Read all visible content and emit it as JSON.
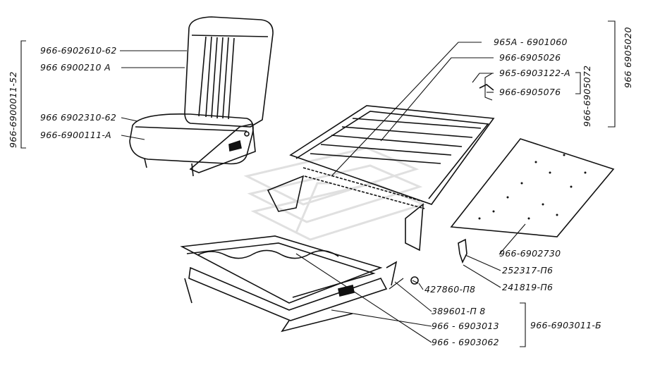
{
  "labels": {
    "seat_cover_back": "966-6902610-62",
    "seat_back": "966 6900210 A",
    "seat_cushion_cover": "966 6902310-62",
    "seat_cushion": "966-6900111-A",
    "seat_assembly": "966-6900011-52",
    "back_frame": "965A - 6901060",
    "back_strip": "966-6905026",
    "clip_a": "965-6903122-A",
    "clip_b": "966-6905076",
    "back_group": "966-6905072",
    "back_assembly": "966 6905020",
    "pad": "966-6902730",
    "bolt": "252317-П6",
    "washer": "241819-П6",
    "knob": "427860-П8",
    "pin": "389601-П 8",
    "base_frame": "966 - 6903013",
    "base_spring": "966 - 6903062",
    "base_assembly": "966-6903011-Б"
  }
}
